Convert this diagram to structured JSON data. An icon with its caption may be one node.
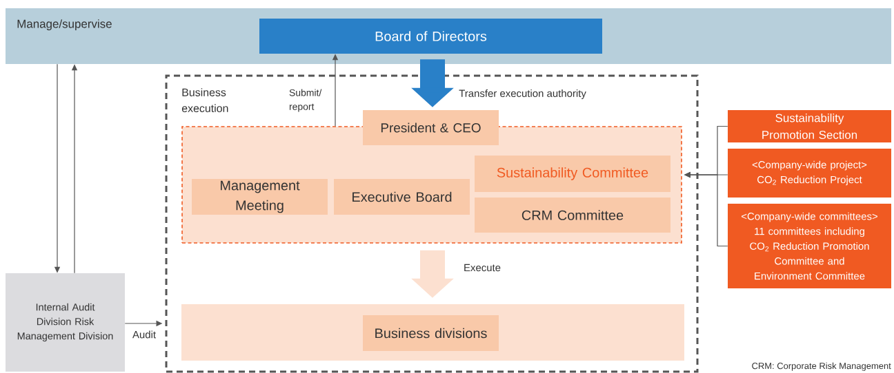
{
  "diagram": {
    "nodes": [
      {
        "text": [
          "Manage/supervise"
        ]
      },
      {
        "text": [
          "Board of Directors"
        ],
        "in": 0
      },
      {
        "text": [
          "Business execution"
        ]
      },
      {
        "text": [],
        "shape": "box",
        "in": 2
      },
      {
        "text": [
          "President & CEO"
        ],
        "in": 2
      },
      {
        "text": [
          "Management Meeting"
        ],
        "in": 3
      },
      {
        "text": [
          "Executive Board"
        ],
        "in": 3
      },
      {
        "text": [
          "Sustainability Committee"
        ],
        "in": 3
      },
      {
        "text": [
          "CRM Committee"
        ],
        "in": 3
      },
      {
        "text": [],
        "shape": "box",
        "in": 2
      },
      {
        "text": [
          "Business divisions"
        ],
        "in": 9
      },
      {
        "text": [
          "Internal Audit Division Risk Management Division"
        ]
      },
      {
        "text": [
          "Sustainability Promotion Section"
        ]
      },
      {
        "text": [
          "<Company-wide project>",
          "CO$_{2}$ Reduction Project"
        ]
      },
      {
        "text": [
          "<Company-wide committees>",
          "11 committees including CO$_{2}$ Reduction Promotion Committee and Environment Committee"
        ]
      }
    ],
    "edges": [
      {
        "from": 0,
        "to": 11,
        "arrow": "to"
      },
      {
        "from": 11,
        "to": 0,
        "arrow": "to"
      },
      {
        "from": 3,
        "to": 1,
        "arrow": "to",
        "label": "Submit/ report"
      },
      {
        "from": 1,
        "to": 4,
        "arrow": "to",
        "label": "Transfer execution authority",
        "style": "thick",
        "color": "#2980c8"
      },
      {
        "from": 3,
        "to": 9,
        "arrow": "to",
        "label": "Execute",
        "style": "thick",
        "color": "#fce0d0"
      },
      {
        "from": 11,
        "to": 2,
        "arrow": "to",
        "label": "Audit"
      },
      {
        "from": 12,
        "to": 3,
        "arrow": "to"
      },
      {
        "from": 13,
        "to": 3,
        "arrow": "to"
      },
      {
        "from": 14,
        "to": 3,
        "arrow": "to"
      }
    ],
    "labels": [
      "CRM: Corporate Risk Management"
    ]
  }
}
